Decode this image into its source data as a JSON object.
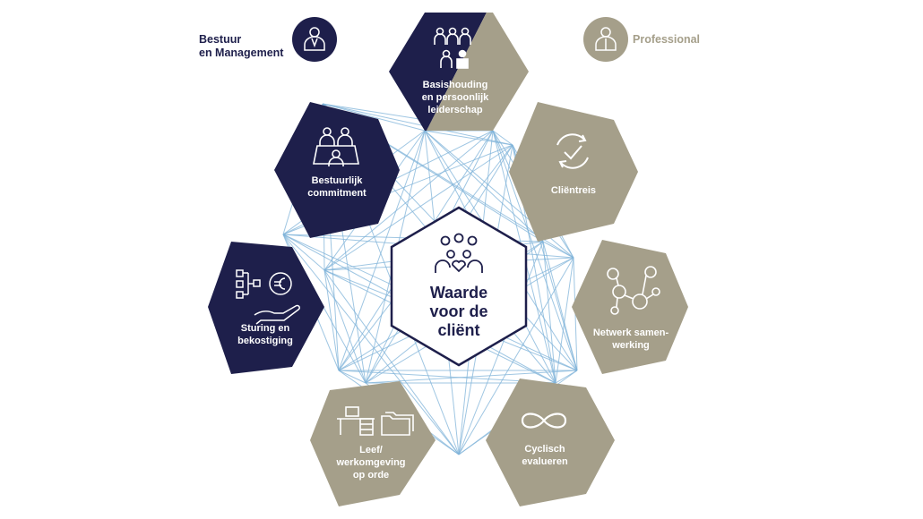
{
  "colors": {
    "navy": "#1e1f4b",
    "taupe": "#a59f8a",
    "line": "#7fb3d9",
    "white": "#ffffff"
  },
  "legend": {
    "left": {
      "line1": "Bestuur",
      "line2": "en Management",
      "icon": "manager-icon"
    },
    "right": {
      "label": "Professional",
      "icon": "professional-icon"
    }
  },
  "center": {
    "line1": "Waarde",
    "line2": "voor de",
    "line3": "cliënt",
    "icon": "client-group-heart-icon"
  },
  "nodes": [
    {
      "id": "basishouding",
      "lines": [
        "Basishouding",
        "en persoonlijk",
        "leiderschap"
      ],
      "icon": "team-icon",
      "fill": "split"
    },
    {
      "id": "clientreis",
      "lines": [
        "Cliëntreis"
      ],
      "icon": "cycle-check-icon",
      "fill": "taupe"
    },
    {
      "id": "netwerk",
      "lines": [
        "Netwerk samen-",
        "werking"
      ],
      "icon": "network-icon",
      "fill": "taupe"
    },
    {
      "id": "cyclisch",
      "lines": [
        "Cyclisch",
        "evalueren"
      ],
      "icon": "infinity-icon",
      "fill": "taupe"
    },
    {
      "id": "leefwerk",
      "lines": [
        "Leef/",
        "werkomgeving",
        "op orde"
      ],
      "icon": "desk-folders-icon",
      "fill": "taupe"
    },
    {
      "id": "sturing",
      "lines": [
        "Sturing en",
        "bekostiging"
      ],
      "icon": "euro-hand-icon",
      "fill": "navy"
    },
    {
      "id": "bestuurlijk",
      "lines": [
        "Bestuurlijk",
        "commitment"
      ],
      "icon": "meeting-icon",
      "fill": "navy"
    }
  ]
}
